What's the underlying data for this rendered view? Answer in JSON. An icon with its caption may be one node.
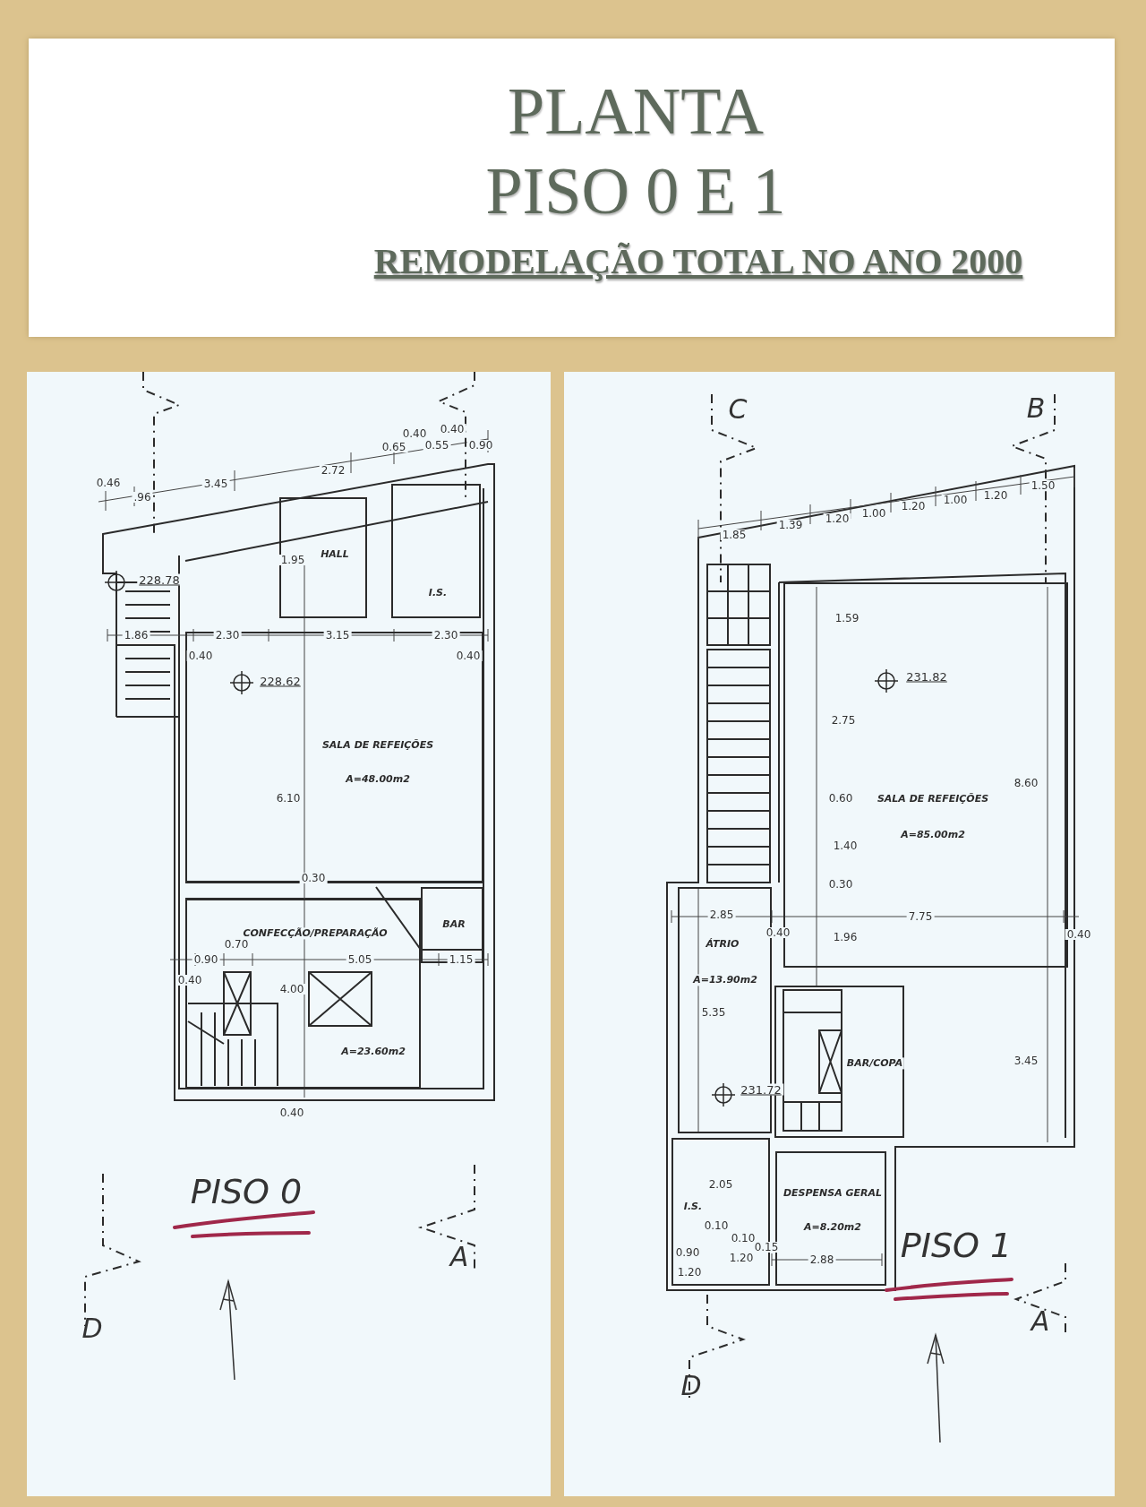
{
  "diagram": {
    "title": "PLANTA PISO 0 E 1",
    "nodes": [
      {
        "text": [
          "PISO 0"
        ]
      },
      {
        "text": [
          "HALL"
        ],
        "in": 0
      },
      {
        "text": [
          "I.S."
        ],
        "in": 0
      },
      {
        "text": [
          "SALA DE REFEIÇÕES",
          "A=48.00m2"
        ],
        "in": 0
      },
      {
        "text": [
          "BAR"
        ],
        "in": 0
      },
      {
        "text": [
          "CONFECÇÃO/PREPARAÇÃO",
          "A=23.60m2"
        ],
        "in": 0
      },
      {
        "text": [
          "PISO 1"
        ]
      },
      {
        "text": [
          "SALA DE REFEIÇÕES",
          "A=85.00m2"
        ],
        "in": 6
      },
      {
        "text": [
          "ÁTRIO",
          "A=13.90m2"
        ],
        "in": 6
      },
      {
        "text": [
          "BAR/COPA"
        ],
        "in": 6
      },
      {
        "text": [
          "I.S."
        ],
        "in": 6
      },
      {
        "text": [
          "DESPENSA GERAL",
          "A=8.20m2"
        ],
        "in": 6
      }
    ],
    "edges": [],
    "labels": [
      "REMODELAÇÃO TOTAL NO ANO 2000",
      "0.46",
      ".96",
      "3.45",
      "2.72",
      "0.65",
      "0.40",
      "0.55",
      "0.40",
      "0.90",
      "1.95",
      "228.78",
      "1.86",
      "2.30",
      "3.15",
      "2.30",
      "0.40",
      "0.40",
      "228.62",
      "6.10",
      "0.30",
      "0.70",
      "0.90",
      "5.05",
      "1.15",
      "0.40",
      "4.00",
      "0.40",
      "A",
      "D",
      "C",
      "B",
      "1.85",
      "1.39",
      "1.20",
      "1.00",
      "1.20",
      "1.00",
      "1.20",
      "1.50",
      "1.59",
      "231.82",
      "2.75",
      "0.60",
      "8.60",
      "1.40",
      "0.30",
      "2.85",
      "7.75",
      "0.40",
      "1.96",
      "0.40",
      "5.35",
      "231.72",
      "3.45",
      "2.05",
      "0.10",
      "0.10",
      "0.15",
      "0.90",
      "1.20",
      "1.20",
      "2.88",
      "A",
      "D"
    ]
  }
}
